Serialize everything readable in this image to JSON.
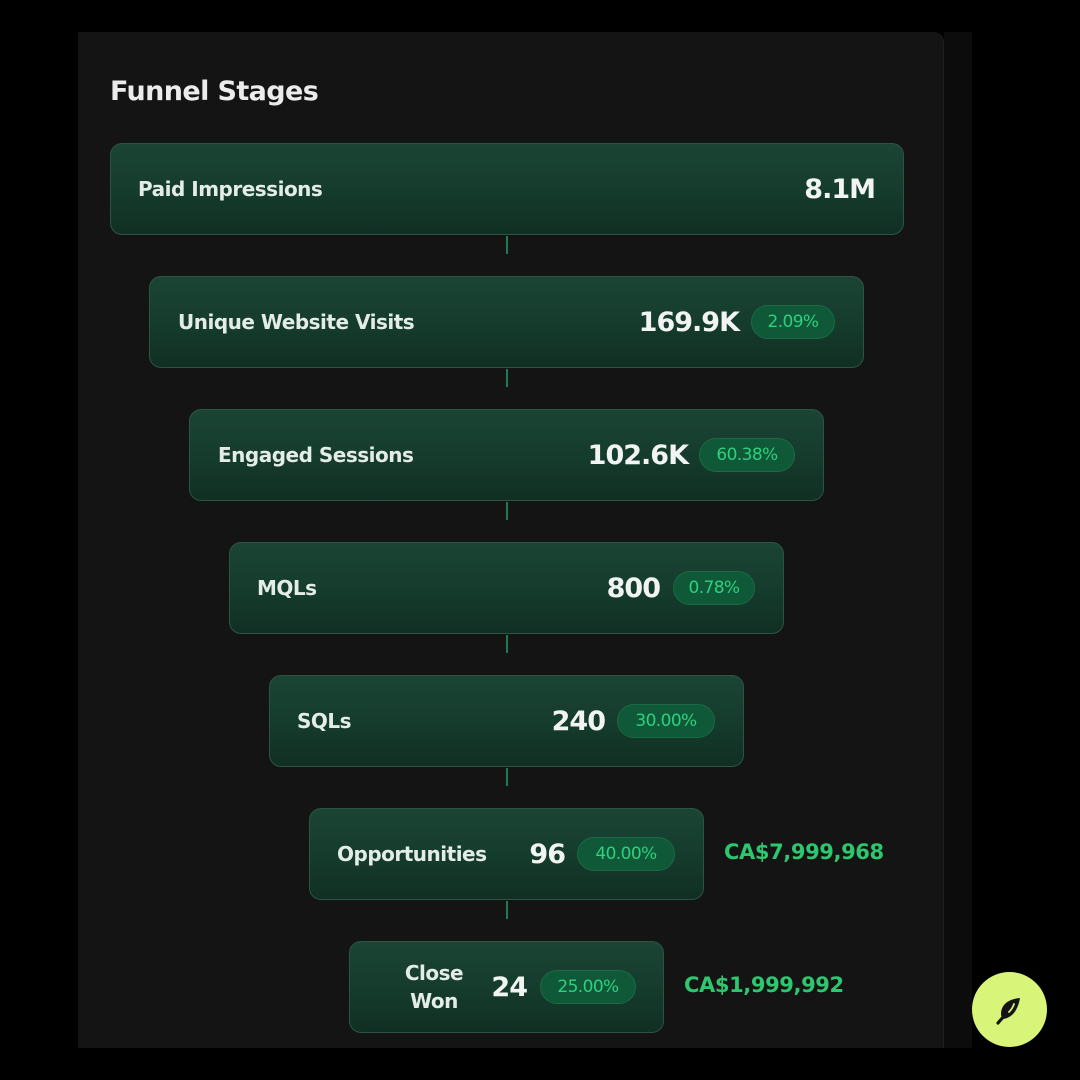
{
  "panel": {
    "title": "Funnel Stages"
  },
  "funnel": [
    {
      "label": "Paid Impressions",
      "value": "8.1M",
      "rate": null,
      "revenue": null
    },
    {
      "label": "Unique Website Visits",
      "value": "169.9K",
      "rate": "2.09%",
      "revenue": null
    },
    {
      "label": "Engaged Sessions",
      "value": "102.6K",
      "rate": "60.38%",
      "revenue": null
    },
    {
      "label": "MQLs",
      "value": "800",
      "rate": "0.78%",
      "revenue": null
    },
    {
      "label": "SQLs",
      "value": "240",
      "rate": "30.00%",
      "revenue": null
    },
    {
      "label": "Opportunities",
      "value": "96",
      "rate": "40.00%",
      "revenue": "CA$7,999,968"
    },
    {
      "label": "Close Won",
      "value": "24",
      "rate": "25.00%",
      "revenue": "CA$1,999,992"
    }
  ],
  "colors": {
    "background": "#000000",
    "panel": "#141414",
    "stage_fill": "#163d2e",
    "badge_text": "#2fd07e",
    "revenue_text": "#2ec66f",
    "brand_logo": "#d8f57a"
  },
  "icons": {
    "brand_logo": "leaf-logo-icon"
  }
}
